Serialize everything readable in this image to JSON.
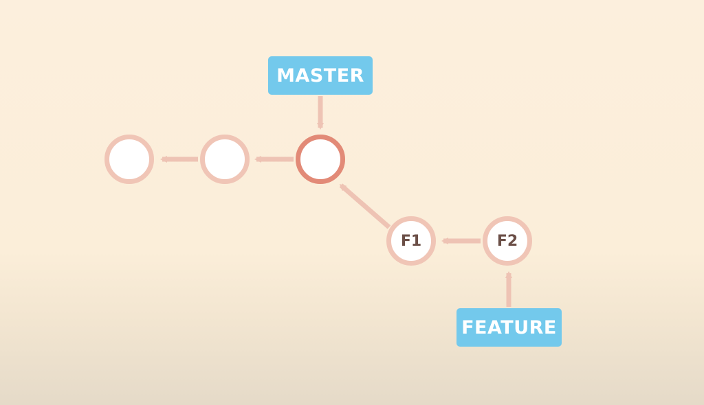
{
  "diagram": {
    "commits": [
      {
        "label": ""
      },
      {
        "label": ""
      },
      {
        "label": ""
      },
      {
        "label": "F1"
      },
      {
        "label": "F2"
      }
    ],
    "branches": {
      "master": {
        "label": "MASTER"
      },
      "feature": {
        "label": "FEATURE"
      }
    },
    "colors": {
      "background": "#fbeed9",
      "commit_border": "#f0c5b6",
      "head_commit_border": "#e28a77",
      "arrow": "#eec3b4",
      "branch_label_bg": "#73c9ec",
      "branch_label_text": "#ffffff",
      "commit_text": "#6b4f47"
    }
  }
}
